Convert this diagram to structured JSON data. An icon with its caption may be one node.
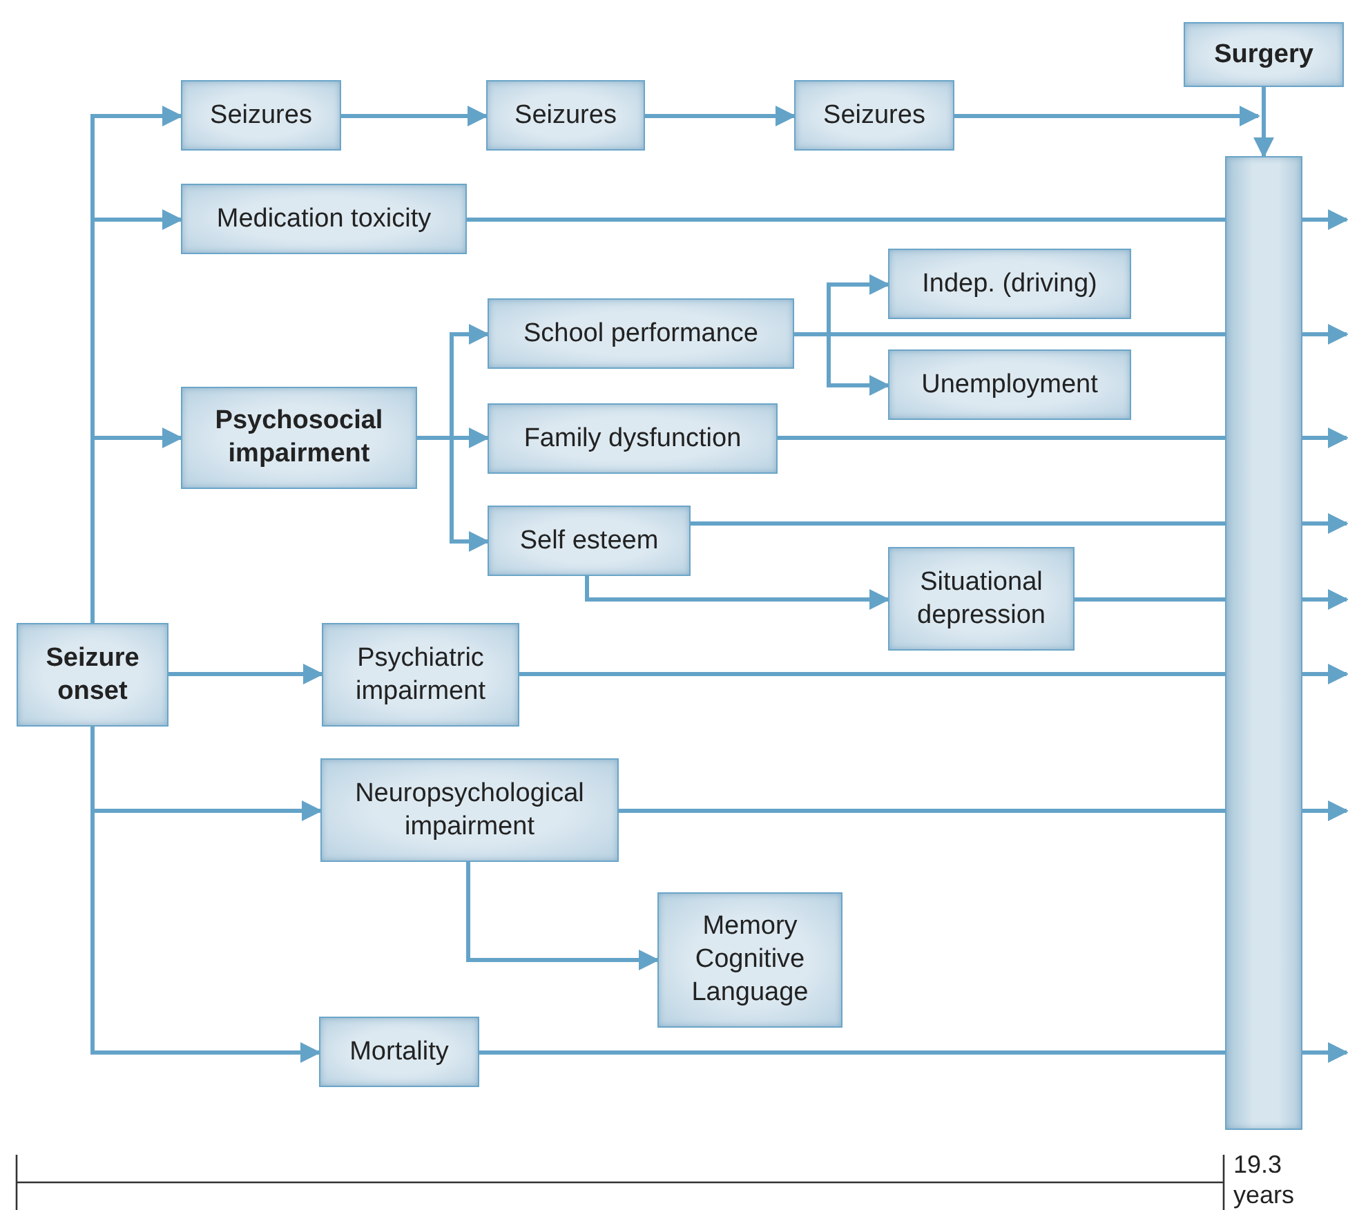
{
  "diagram": {
    "nodes": [
      {
        "text": [
          "Seizure onset"
        ]
      },
      {
        "text": [
          "Seizures"
        ]
      },
      {
        "text": [
          "Seizures"
        ]
      },
      {
        "text": [
          "Seizures"
        ]
      },
      {
        "text": [
          "Medication toxicity"
        ]
      },
      {
        "text": [
          "Psychosocial impairment"
        ]
      },
      {
        "text": [
          "School performance"
        ]
      },
      {
        "text": [
          "Indep. (driving)"
        ]
      },
      {
        "text": [
          "Unemployment"
        ]
      },
      {
        "text": [
          "Family dysfunction"
        ]
      },
      {
        "text": [
          "Self esteem"
        ]
      },
      {
        "text": [
          "Situational depression"
        ]
      },
      {
        "text": [
          "Psychiatric impairment"
        ]
      },
      {
        "text": [
          "Neuropsychological impairment"
        ]
      },
      {
        "text": [
          "Memory Cognitive Language"
        ]
      },
      {
        "text": [
          "Mortality"
        ]
      },
      {
        "text": [
          "Surgery"
        ]
      },
      {
        "text": [],
        "shape": "bar"
      }
    ],
    "edges": [
      {
        "from": 0,
        "to": 1,
        "arrow": "to"
      },
      {
        "from": 0,
        "to": 4,
        "arrow": "to"
      },
      {
        "from": 0,
        "to": 5,
        "arrow": "to"
      },
      {
        "from": 0,
        "to": 12,
        "arrow": "to"
      },
      {
        "from": 0,
        "to": 13,
        "arrow": "to"
      },
      {
        "from": 0,
        "to": 15,
        "arrow": "to"
      },
      {
        "from": 1,
        "to": 2,
        "arrow": "to"
      },
      {
        "from": 2,
        "to": 3,
        "arrow": "to"
      },
      {
        "from": 3,
        "to": 17,
        "arrow": "to"
      },
      {
        "from": 16,
        "to": 17,
        "arrow": "to"
      },
      {
        "from": 4,
        "to": 17,
        "arrow": "none"
      },
      {
        "from": 5,
        "to": 6,
        "arrow": "to"
      },
      {
        "from": 5,
        "to": 9,
        "arrow": "to"
      },
      {
        "from": 5,
        "to": 10,
        "arrow": "to"
      },
      {
        "from": 6,
        "to": 7,
        "arrow": "to"
      },
      {
        "from": 6,
        "to": 8,
        "arrow": "to"
      },
      {
        "from": 6,
        "to": 17,
        "arrow": "none"
      },
      {
        "from": 9,
        "to": 17,
        "arrow": "none"
      },
      {
        "from": 10,
        "to": 17,
        "arrow": "none"
      },
      {
        "from": 10,
        "to": 11,
        "arrow": "to"
      },
      {
        "from": 11,
        "to": 17,
        "arrow": "none"
      },
      {
        "from": 12,
        "to": 17,
        "arrow": "none"
      },
      {
        "from": 13,
        "to": 17,
        "arrow": "none"
      },
      {
        "from": 13,
        "to": 14,
        "arrow": "to"
      },
      {
        "from": 15,
        "to": 17,
        "arrow": "none"
      },
      {
        "from": 17,
        "to": null,
        "arrow": "to"
      },
      {
        "from": 17,
        "to": null,
        "arrow": "to"
      },
      {
        "from": 17,
        "to": null,
        "arrow": "to"
      },
      {
        "from": 17,
        "to": null,
        "arrow": "to"
      },
      {
        "from": 17,
        "to": null,
        "arrow": "to"
      },
      {
        "from": 17,
        "to": null,
        "arrow": "to"
      },
      {
        "from": 17,
        "to": null,
        "arrow": "to"
      },
      {
        "from": 17,
        "to": null,
        "arrow": "to"
      }
    ],
    "labels": [
      "19.3 years"
    ]
  }
}
